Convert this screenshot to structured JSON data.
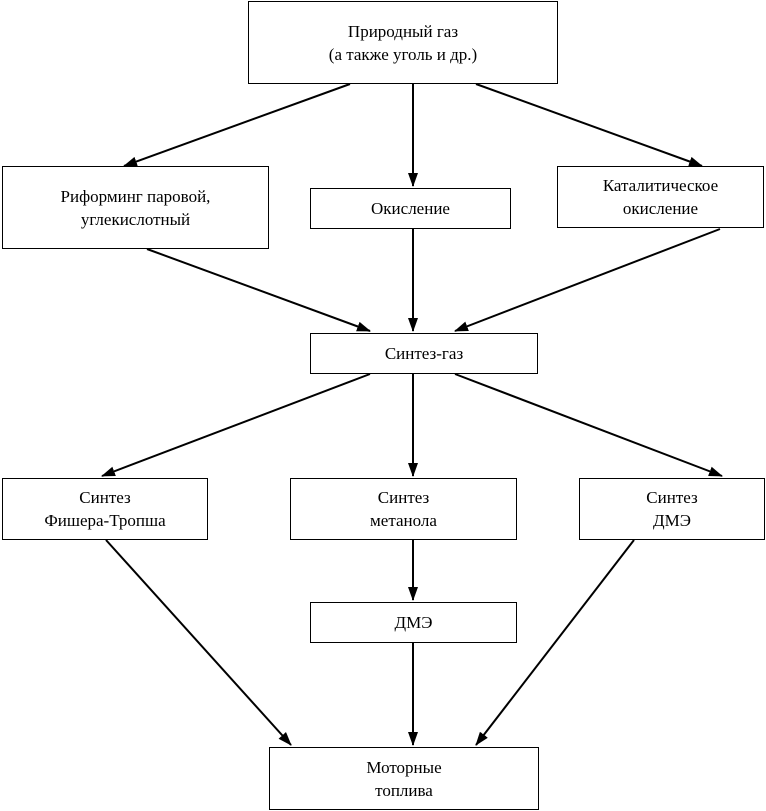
{
  "nodes": {
    "natural_gas": {
      "line1": "Природный газ",
      "line2": "(а также уголь и др.)"
    },
    "reforming": {
      "line1": "Риформинг паровой,",
      "line2": "углекислотный"
    },
    "oxidation": {
      "line1": "Окисление"
    },
    "catalytic": {
      "line1": "Каталитическое",
      "line2": "окисление"
    },
    "syngas": {
      "line1": "Синтез-газ"
    },
    "ft_synthesis": {
      "line1": "Синтез",
      "line2": "Фишера-Тропша"
    },
    "methanol_synthesis": {
      "line1": "Синтез",
      "line2": "метанола"
    },
    "dme_synthesis": {
      "line1": "Синтез",
      "line2": "ДМЭ"
    },
    "dme": {
      "line1": "ДМЭ"
    },
    "motor_fuels": {
      "line1": "Моторные",
      "line2": "топлива"
    }
  },
  "edges": [
    {
      "from": "natural_gas",
      "to": "reforming"
    },
    {
      "from": "natural_gas",
      "to": "oxidation"
    },
    {
      "from": "natural_gas",
      "to": "catalytic"
    },
    {
      "from": "reforming",
      "to": "syngas"
    },
    {
      "from": "oxidation",
      "to": "syngas"
    },
    {
      "from": "catalytic",
      "to": "syngas"
    },
    {
      "from": "syngas",
      "to": "ft_synthesis"
    },
    {
      "from": "syngas",
      "to": "methanol_synthesis"
    },
    {
      "from": "syngas",
      "to": "dme_synthesis"
    },
    {
      "from": "methanol_synthesis",
      "to": "dme"
    },
    {
      "from": "ft_synthesis",
      "to": "motor_fuels"
    },
    {
      "from": "dme",
      "to": "motor_fuels"
    },
    {
      "from": "dme_synthesis",
      "to": "motor_fuels"
    }
  ],
  "colors": {
    "line": "#000000",
    "box_border": "#000000",
    "background": "#ffffff"
  }
}
